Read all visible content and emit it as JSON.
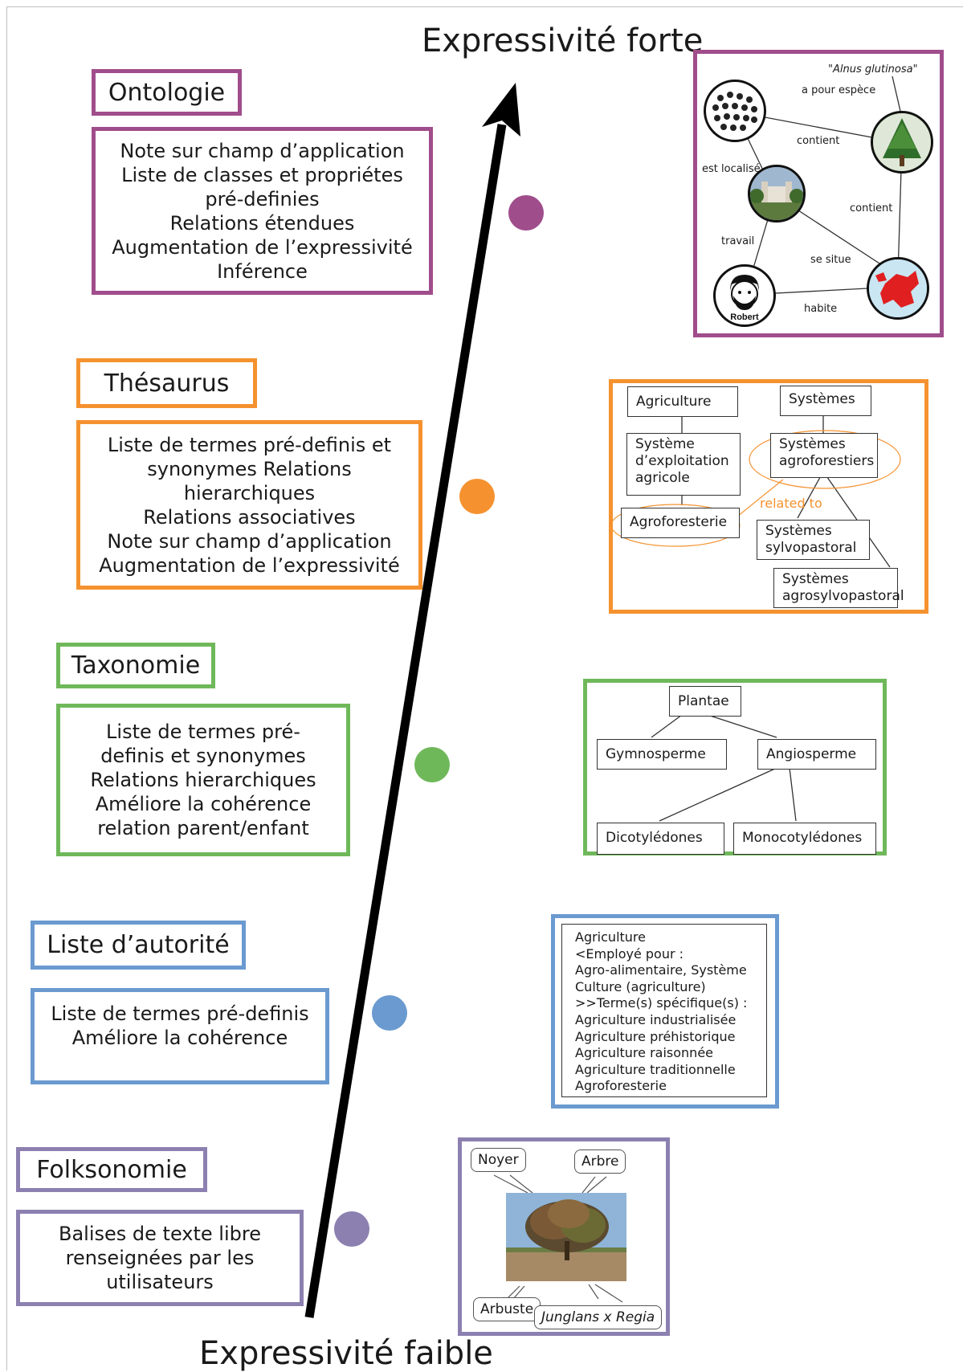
{
  "axis": {
    "top_label": "Expressivité forte",
    "bottom_label": "Expressivité faible"
  },
  "levels": [
    {
      "title": "Ontologie",
      "color": "#a04d8c",
      "description": [
        "Note sur champ d’application",
        "Liste de classes et propriétes",
        "pré-definies",
        "Relations étendues",
        "Augmentation de l’expressivité",
        "Inférence"
      ]
    },
    {
      "title": "Thésaurus",
      "color": "#f5922f",
      "description": [
        "Liste de termes pré-definis et",
        "synonymes Relations",
        "hierarchiques",
        "Relations associatives",
        "Note sur champ d’application",
        "Augmentation de l’expressivité"
      ]
    },
    {
      "title": "Taxonomie",
      "color": "#6fb85a",
      "description": [
        "Liste de termes pré-",
        "definis et synonymes",
        "Relations hierarchiques",
        "Améliore la cohérence",
        "relation parent/enfant"
      ]
    },
    {
      "title": "Liste d’autorité",
      "color": "#6a9ad0",
      "description": [
        "Liste de termes pré-definis",
        "Améliore la cohérence"
      ]
    },
    {
      "title": "Folksonomie",
      "color": "#8c80b0",
      "description": [
        "Balises de texte libre",
        "renseignées par les",
        "utilisateurs"
      ]
    }
  ],
  "ontology_graph": {
    "nodes": [
      "Alnus glutinosa",
      "Robert"
    ],
    "edges": [
      "a pour espèce",
      "contient",
      "est localisé",
      "contient",
      "travail",
      "se situe",
      "habite"
    ],
    "icons": [
      "forest-icon",
      "tree-icon",
      "castle-icon",
      "person-icon",
      "map-icon"
    ]
  },
  "thesaurus": {
    "agriculture": "Agriculture",
    "systemes": "Systèmes",
    "systeme_exploitation": [
      "Système",
      "d’exploitation",
      "agricole"
    ],
    "agroforestiers": [
      "Systèmes",
      "agroforestiers"
    ],
    "related_to": "related to",
    "agroforesterie": "Agroforesterie",
    "sylvopastoral": [
      "Systèmes",
      "sylvopastoral"
    ],
    "agrosylvopastoral": [
      "Systèmes",
      "agrosylvopastoral"
    ]
  },
  "taxonomy": {
    "root": "Plantae",
    "gymnosperme": "Gymnosperme",
    "angiosperme": "Angiosperme",
    "dicot": "Dicotylédones",
    "monocot": "Monocotylédones"
  },
  "authority_list": [
    "Agriculture",
    "<Employé pour :",
    "Agro-alimentaire, Système",
    "Culture (agriculture)",
    ">>Terme(s) spécifique(s) :",
    "Agriculture industrialisée",
    "Agriculture préhistorique",
    "Agriculture raisonnée",
    "Agriculture traditionnelle",
    "Agroforesterie"
  ],
  "folksonomy_tags": {
    "noyer": "Noyer",
    "arbre": "Arbre",
    "arbuste": "Arbuste",
    "junglans": "Junglans x Regia"
  }
}
